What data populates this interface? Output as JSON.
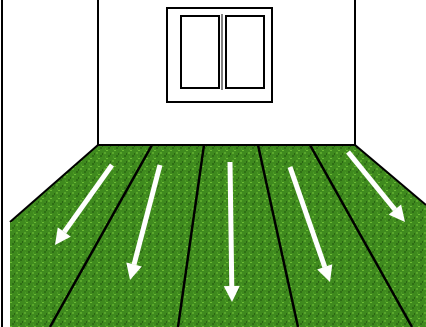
{
  "scene": {
    "subject": "room-with-carpet-installation-direction",
    "colors": {
      "background": "#ffffff",
      "wall_outline": "#000000",
      "carpet_dark": "#2f6e16",
      "carpet_mid": "#3f8a1e",
      "carpet_light": "#5aa82c",
      "arrow": "#ffffff",
      "seam": "#000000"
    },
    "arrow_count": 5,
    "seam_count": 4,
    "arrow_direction": "toward-viewer",
    "icons": {
      "window": "window-icon",
      "arrow": "arrow-down-icon"
    }
  }
}
